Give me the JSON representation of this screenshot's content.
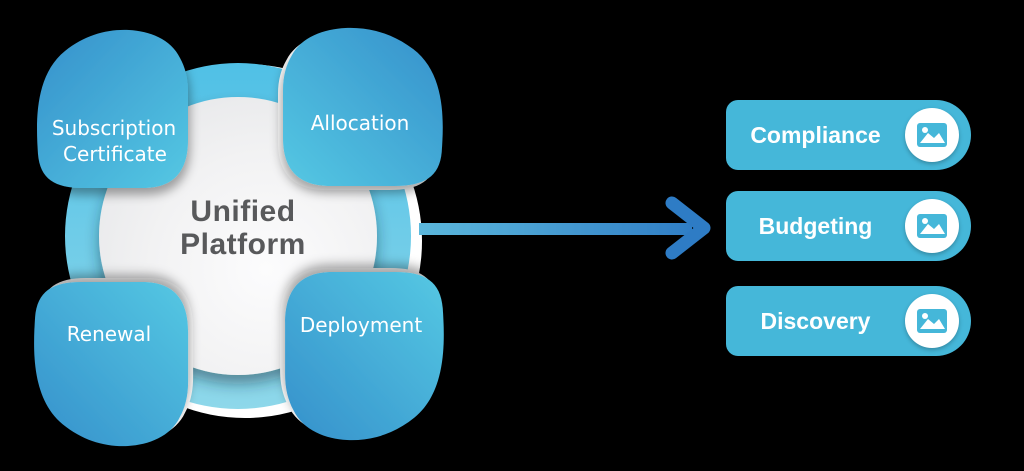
{
  "background_color": "#000000",
  "diagram": {
    "center": {
      "label": "Unified Platform",
      "lines": [
        "Unified",
        "Platform"
      ],
      "text_color": "#58595b",
      "inner_circle_color": "#f0f1f2",
      "ring_color": "#5cc6e8"
    },
    "petals": [
      {
        "label": "Subscription Certificate",
        "lines": [
          "Subscription",
          "Certificate"
        ],
        "position": "top-left"
      },
      {
        "label": "Allocation",
        "lines": [
          "Allocation"
        ],
        "position": "top-right"
      },
      {
        "label": "Renewal",
        "lines": [
          "Renewal"
        ],
        "position": "bottom-left"
      },
      {
        "label": "Deployment",
        "lines": [
          "Deployment"
        ],
        "position": "bottom-right"
      }
    ],
    "petal_gradient": {
      "dark": "#3590cb",
      "light": "#55c8e3"
    }
  },
  "arrow": {
    "direction": "right",
    "color_start": "#5cb8dc",
    "color_end": "#2e7cc5"
  },
  "pills": {
    "background_color": "#45b7d9",
    "items": [
      {
        "label": "Compliance",
        "icon": "image-icon"
      },
      {
        "label": "Budgeting",
        "icon": "image-icon"
      },
      {
        "label": "Discovery",
        "icon": "image-icon"
      }
    ]
  }
}
